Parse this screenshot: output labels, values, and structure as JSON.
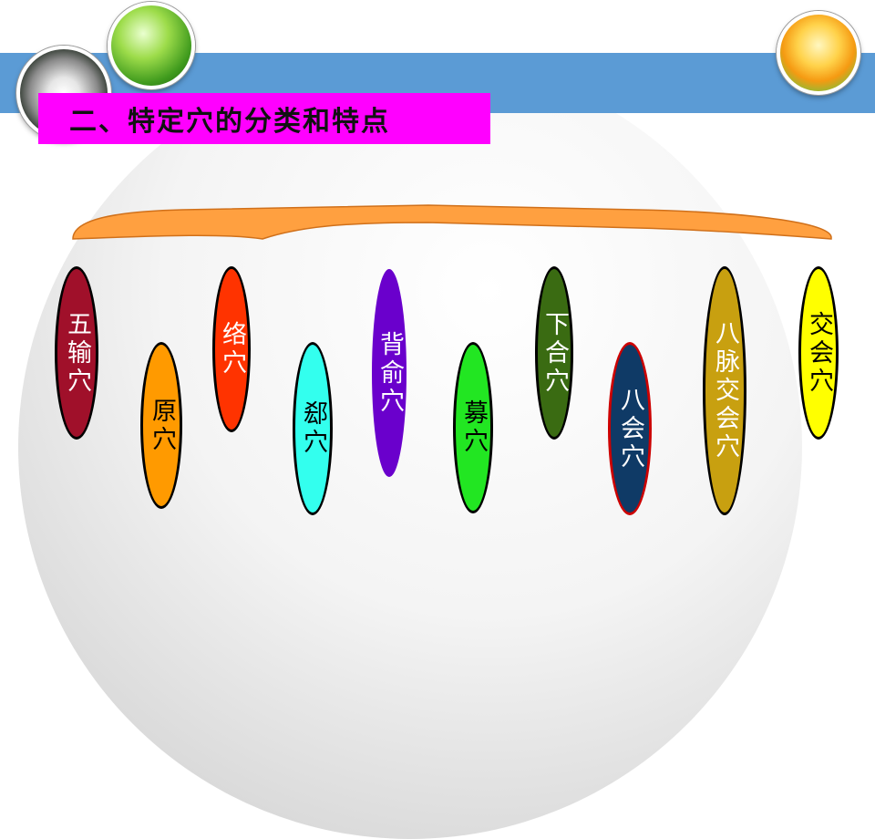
{
  "title": "二、特定穴的分类和特点",
  "colors": {
    "blue_band": "#5b9bd5",
    "title_background": "#ff00ff",
    "brace_fill": "#ffa040"
  },
  "categories": [
    {
      "label": "五输穴",
      "fill": "#a0102a",
      "text_color": "#ffffff",
      "border": "#000000"
    },
    {
      "label": "原穴",
      "fill": "#ff9a00",
      "text_color": "#000000",
      "border": "#000000"
    },
    {
      "label": "络穴",
      "fill": "#ff3300",
      "text_color": "#ffffff",
      "border": "#000000"
    },
    {
      "label": "郄穴",
      "fill": "#33ffee",
      "text_color": "#000000",
      "border": "#000000"
    },
    {
      "label": "背俞穴",
      "fill": "#6a00cc",
      "text_color": "#ffffff",
      "border": "#6a00cc"
    },
    {
      "label": "募穴",
      "fill": "#22e622",
      "text_color": "#000000",
      "border": "#000000"
    },
    {
      "label": "下合穴",
      "fill": "#3a6b12",
      "text_color": "#ffffff",
      "border": "#000000"
    },
    {
      "label": "八会穴",
      "fill": "#0f3a66",
      "text_color": "#ffffff",
      "border": "#cc0000"
    },
    {
      "label": "八脉交会穴",
      "fill": "#c8a010",
      "text_color": "#ffffff",
      "border": "#000000"
    },
    {
      "label": "交会穴",
      "fill": "#ffff00",
      "text_color": "#000000",
      "border": "#000000"
    }
  ]
}
